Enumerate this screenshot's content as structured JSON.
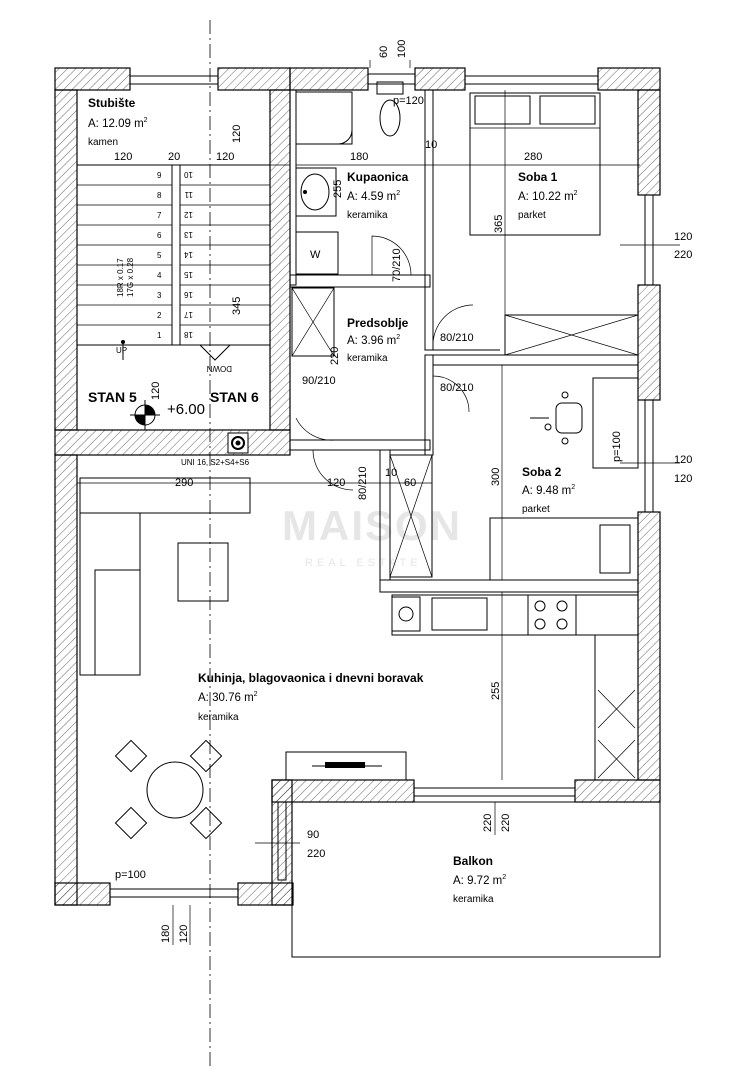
{
  "rooms": {
    "stubiste": {
      "name": "Stubište",
      "area_prefix": "A:",
      "area": "12.09",
      "unit": "m",
      "floor": "kamen"
    },
    "kupaonica": {
      "name": "Kupaonica",
      "area_prefix": "A:",
      "area": "4.59",
      "unit": "m",
      "floor": "keramika"
    },
    "soba1": {
      "name": "Soba 1",
      "area_prefix": "A:",
      "area": "10.22",
      "unit": "m",
      "floor": "parket"
    },
    "predsoblje": {
      "name": "Predsoblje",
      "area_prefix": "A:",
      "area": "3.96",
      "unit": "m",
      "floor": "keramika"
    },
    "soba2": {
      "name": "Soba 2",
      "area_prefix": "A:",
      "area": "9.48",
      "unit": "m",
      "floor": "parket"
    },
    "dnevni": {
      "name": "Kuhinja, blagovaonica i dnevni boravak",
      "area_prefix": "A:",
      "area": "30.76",
      "unit": "m",
      "floor": "keramika"
    },
    "balkon": {
      "name": "Balkon",
      "area_prefix": "A:",
      "area": "9.72",
      "unit": "m",
      "floor": "keramika"
    }
  },
  "labels": {
    "stan5": "STAN 5",
    "stan6": "STAN 6",
    "level": "+6.00",
    "up": "UP",
    "down": "DOWN",
    "stair_spec1": "18R x 0.17",
    "stair_spec2": "17G x 0.28",
    "uni": "UNI 16, S2+S4+S6",
    "p120": "p=120",
    "p100_side": "p=100",
    "p100_bottom": "p=100",
    "watermark": "MAISON",
    "watermark_sub": "REAL ESTATE",
    "wc": "W"
  },
  "stairs_left": [
    "9",
    "8",
    "7",
    "6",
    "5",
    "4",
    "3",
    "2",
    "1"
  ],
  "stairs_right": [
    "10",
    "11",
    "12",
    "13",
    "14",
    "15",
    "16",
    "17",
    "18"
  ],
  "dims": {
    "d60": "60",
    "d100": "100",
    "d120a": "120",
    "d20": "20",
    "d120b": "120",
    "d120c": "120",
    "d180": "180",
    "d10a": "10",
    "d280": "280",
    "d255a": "255",
    "d365": "365",
    "d345": "345",
    "d120d": "120",
    "d220a": "220",
    "d70_210": "70/210",
    "d80_210a": "80/210",
    "d220b": "220",
    "d90_210": "90/210",
    "d80_210b": "80/210",
    "d120e": "120",
    "d120f": "120",
    "d120g": "120",
    "d300": "300",
    "d290": "290",
    "d120h": "120",
    "d80_210c": "80/210",
    "d10b": "10",
    "d60b": "60",
    "d255b": "255",
    "d220c": "220",
    "d220d": "220",
    "d90": "90",
    "d220e": "220",
    "d180b": "180",
    "d120i": "120"
  }
}
